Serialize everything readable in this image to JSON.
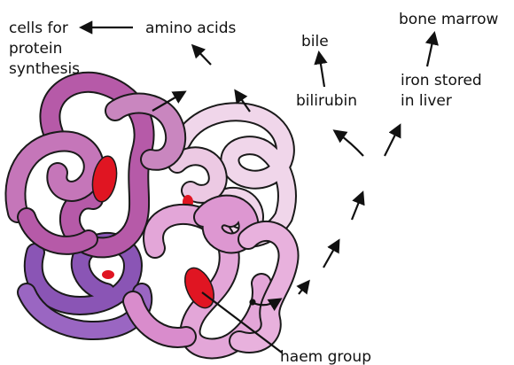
{
  "labels": {
    "cells_line1": "cells for",
    "cells_line2": "protein",
    "cells_line3": "synthesis",
    "amino_acids": "amino acids",
    "bile": "bile",
    "bilirubin": "bilirubin",
    "bone_marrow": "bone marrow",
    "iron_line1": "iron stored",
    "iron_line2": "in liver",
    "haem_group": "haem group"
  },
  "colors": {
    "subunit_light_pink": "#f0d6ea",
    "subunit_medium_pink": "#d98ccc",
    "subunit_magenta": "#b65aa8",
    "subunit_purple": "#8a55b5",
    "haem": "#e01522",
    "ink": "#111111"
  }
}
